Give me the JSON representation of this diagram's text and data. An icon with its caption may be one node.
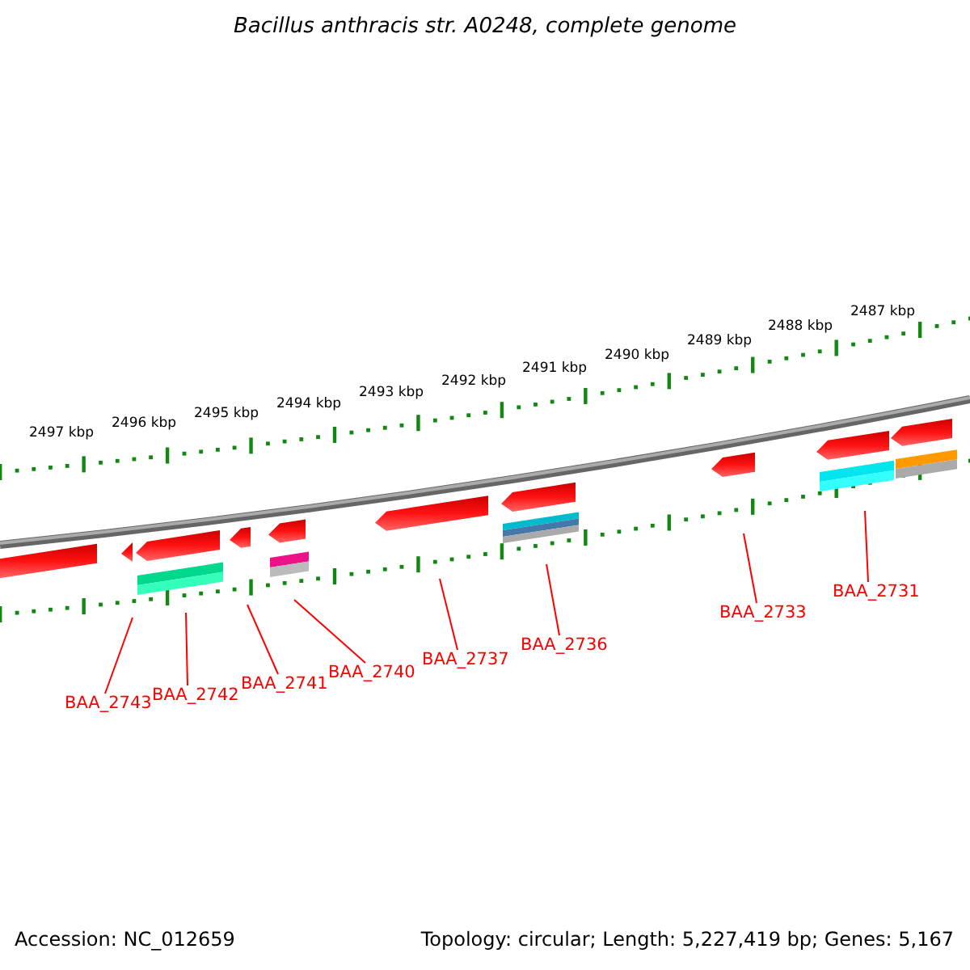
{
  "diagram": {
    "title": "Bacillus anthracis str. A0248, complete genome",
    "nodes": [
      {
        "text": [
          "BAA_2743"
        ]
      },
      {
        "text": [
          "BAA_2742"
        ]
      },
      {
        "text": [
          "BAA_2741"
        ]
      },
      {
        "text": [
          "BAA_2740"
        ]
      },
      {
        "text": [
          "BAA_2737"
        ]
      },
      {
        "text": [
          "BAA_2736"
        ]
      },
      {
        "text": [
          "BAA_2733"
        ]
      },
      {
        "text": [
          "BAA_2731"
        ]
      }
    ],
    "edges": [
      {
        "from": 0,
        "to": null,
        "arrow": "none"
      },
      {
        "from": 1,
        "to": null,
        "arrow": "none"
      },
      {
        "from": 2,
        "to": null,
        "arrow": "none"
      },
      {
        "from": 3,
        "to": null,
        "arrow": "none"
      },
      {
        "from": 4,
        "to": null,
        "arrow": "none"
      },
      {
        "from": 5,
        "to": null,
        "arrow": "none"
      },
      {
        "from": 6,
        "to": null,
        "arrow": "none"
      },
      {
        "from": 7,
        "to": null,
        "arrow": "none"
      }
    ],
    "labels": [
      "2487 kbp",
      "2488 kbp",
      "2489 kbp",
      "2490 kbp",
      "2491 kbp",
      "2492 kbp",
      "2493 kbp",
      "2494 kbp",
      "2495 kbp",
      "2496 kbp",
      "2497 kbp",
      "Accession: NC_012659",
      "Topology: circular; Length: 5,227,419 bp; Genes: 5,167"
    ]
  }
}
